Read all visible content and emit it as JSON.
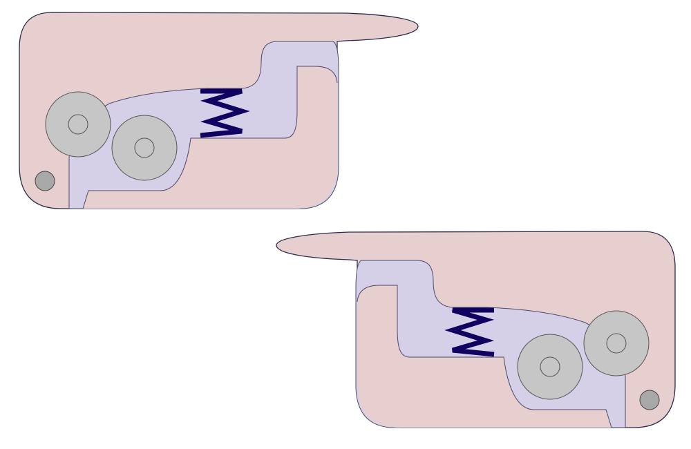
{
  "diagram": {
    "colors": {
      "housing_fill": "#e8cfcf",
      "housing_stroke": "#2a2a4a",
      "slider_fill": "#d5d0e8",
      "slider_stroke": "#4a4a6a",
      "spring": "#100060",
      "wheel_fill": "#c6c6c6",
      "wheel_stroke": "#555555",
      "pin_fill": "#a8a8a8",
      "pin_stroke": "#444444"
    },
    "mechanisms": [
      {
        "id": "upper",
        "orientation": "normal"
      },
      {
        "id": "lower",
        "orientation": "mirrored"
      }
    ]
  }
}
